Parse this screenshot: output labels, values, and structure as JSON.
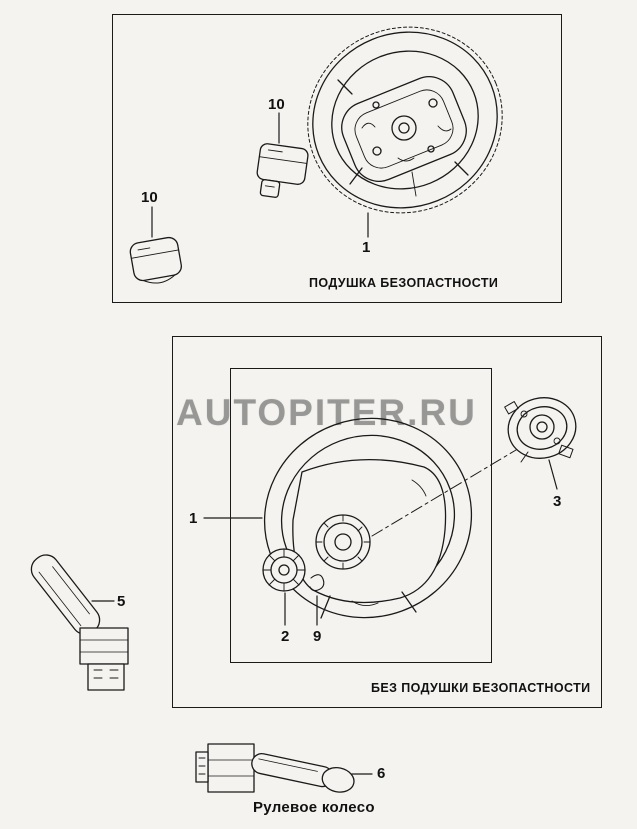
{
  "page": {
    "caption": "Рулевое колесо"
  },
  "watermark": {
    "text": "AUTOPITER.RU"
  },
  "top_panel": {
    "caption": "ПОДУШКА БЕЗОПАСТНОСТИ",
    "label_wheel": "1",
    "label_bracket_upper": "10",
    "label_bracket_lower": "10"
  },
  "bottom_panel": {
    "caption": "БЕЗ ПОДУШКИ БЕЗОПАСТНОСТИ",
    "label_wheel": "1",
    "label_ring": "2",
    "label_clip": "9",
    "label_clockspring": "3"
  },
  "external": {
    "label_stalk_left": "5",
    "label_stalk_bottom": "6"
  },
  "colors": {
    "line": "#1a1a1a",
    "background": "#f4f3f0",
    "watermark": "#9a9a98"
  }
}
